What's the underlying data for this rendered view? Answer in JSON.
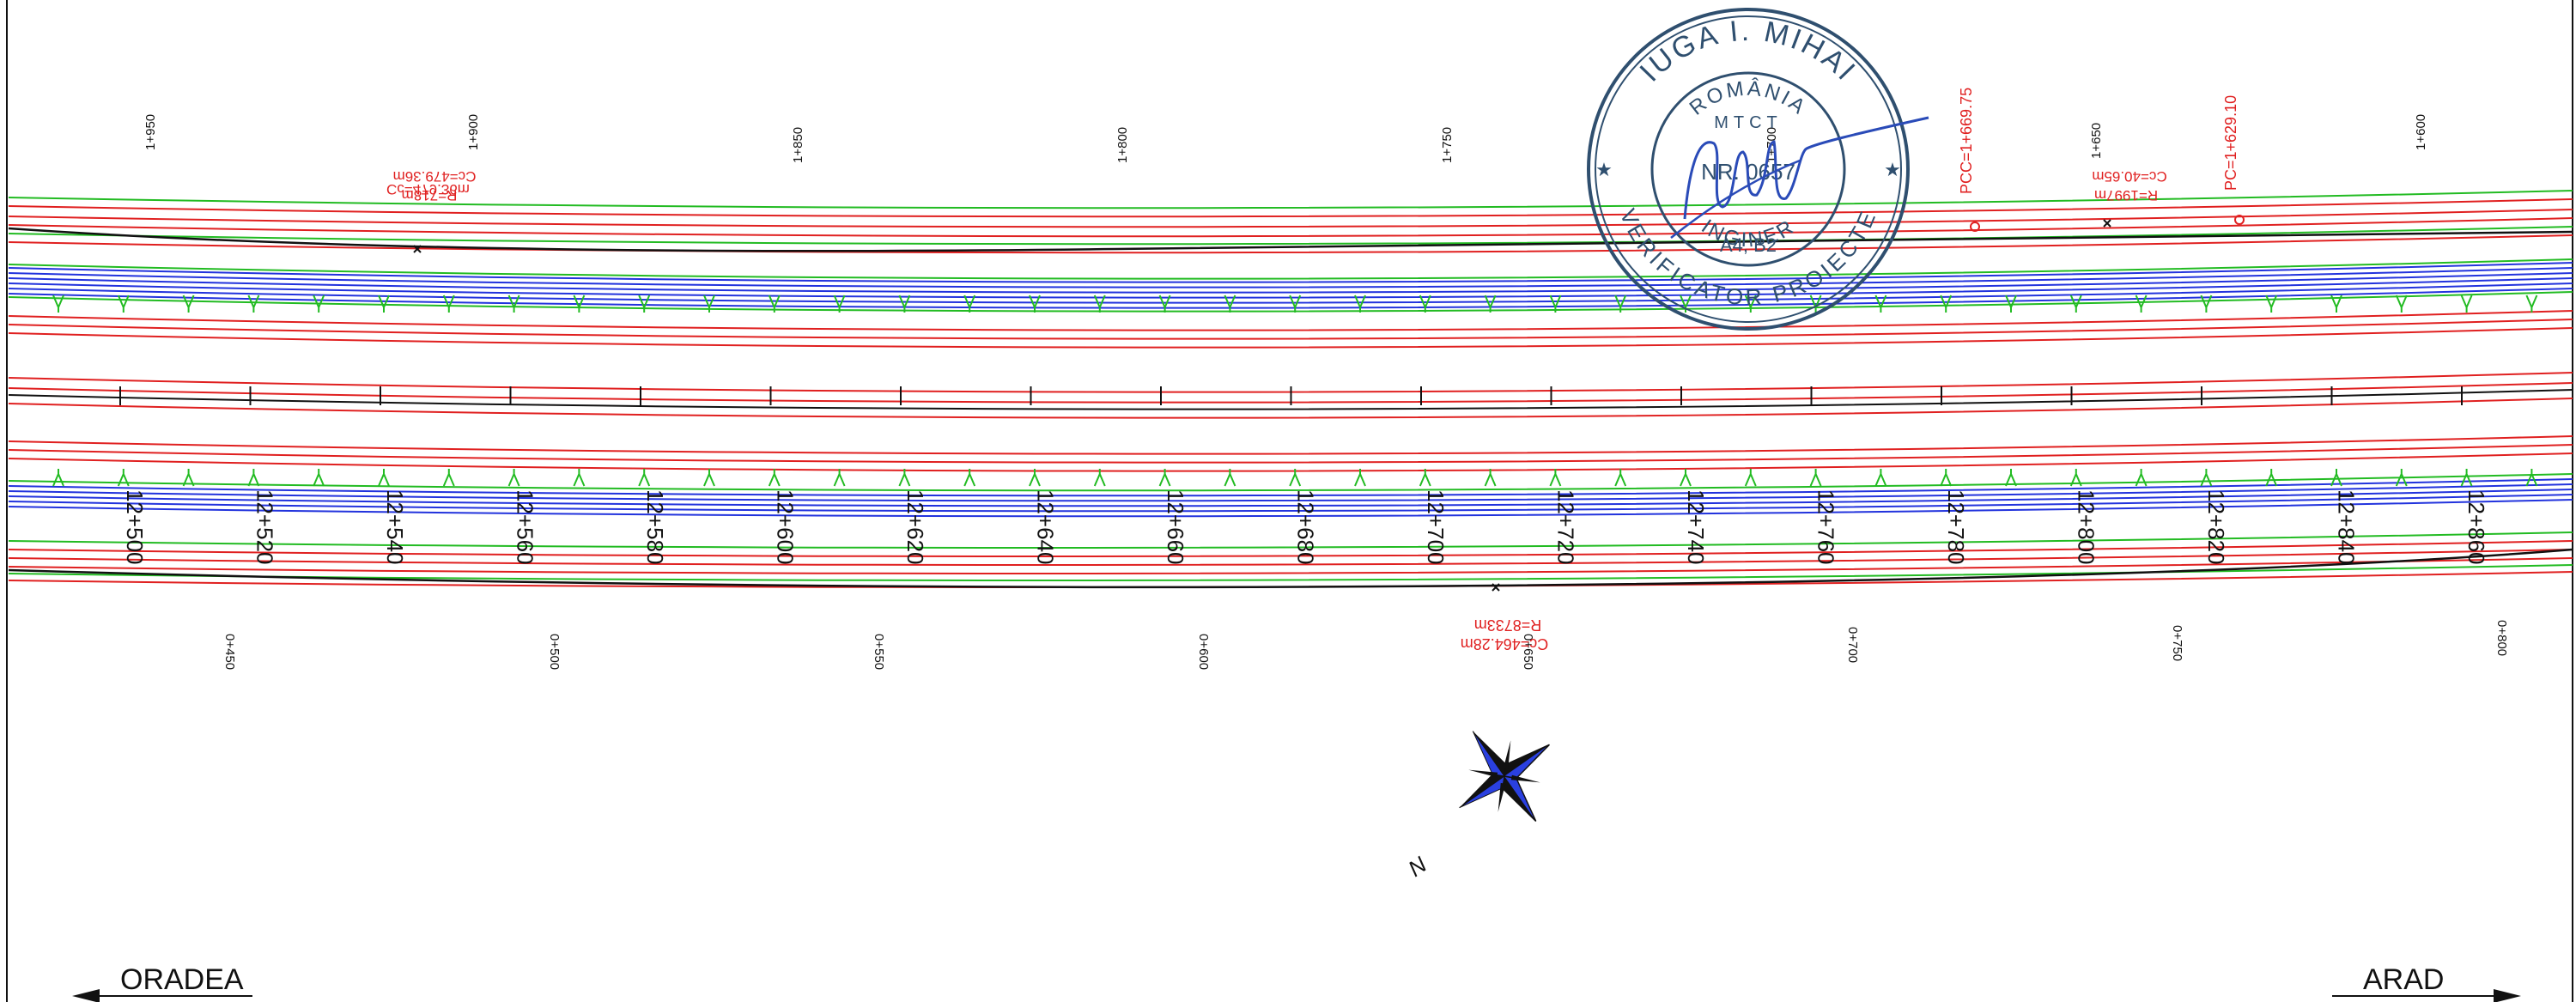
{
  "drawing": {
    "left_direction": "ORADEA",
    "right_direction": "ARAD",
    "colors": {
      "lane_line": "#e02020",
      "green_line": "#22bb22",
      "blue_band": "#2233dd",
      "axis_line": "#111111",
      "stamp": "#2f4f6f",
      "signature": "#2a4bb8"
    },
    "north_arrow": {
      "label": "N",
      "icon": "compass-rose-icon"
    }
  },
  "upper_chainage": {
    "labels": [
      "1+950",
      "1+900",
      "1+850",
      "1+800",
      "1+750",
      "1+700",
      "1+650",
      "1+600"
    ],
    "curve_left": {
      "length": "Cc=479.36m",
      "radius": "R=718m"
    },
    "curve_right": {
      "length": "Cc=40.65m",
      "radius": "R=1997m"
    },
    "pcc": "PCC=1+669.75",
    "pc": "PC=1+629.10"
  },
  "main_chainage": {
    "labels": [
      "12+500",
      "12+520",
      "12+540",
      "12+560",
      "12+580",
      "12+600",
      "12+620",
      "12+640",
      "12+660",
      "12+680",
      "12+700",
      "12+720",
      "12+740",
      "12+760",
      "12+780",
      "12+800",
      "12+820",
      "12+840",
      "12+860"
    ]
  },
  "lower_chainage": {
    "labels": [
      "0+450",
      "0+500",
      "0+550",
      "0+600",
      "0+650",
      "0+700",
      "0+750",
      "0+800"
    ],
    "curve": {
      "length": "Cc=464.28m",
      "radius": "R=8733m"
    }
  },
  "stamp": {
    "name": "IUGA I. MIHAI",
    "country": "ROMÂNIA",
    "ministry": "MTCT",
    "number": "NR. 0657",
    "category": "A4, B2",
    "role_1": "INGINER",
    "role_2": "VERIFICATOR PROIECTE"
  }
}
